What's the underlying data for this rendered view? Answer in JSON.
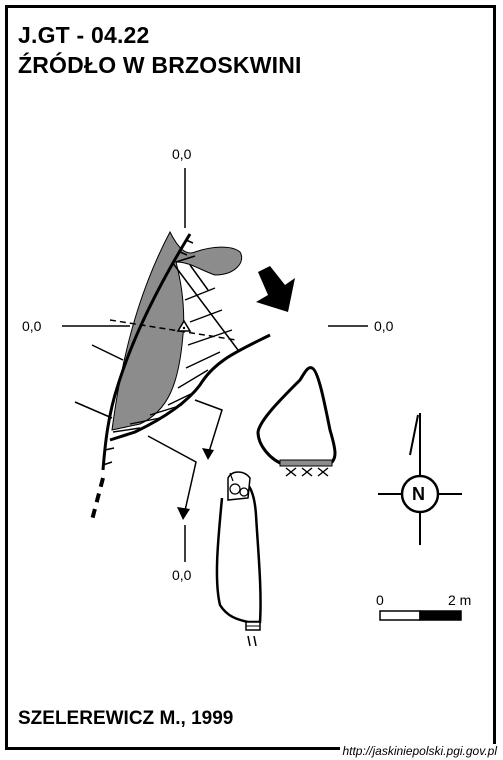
{
  "header": {
    "code": "J.GT - 04.22",
    "name": "ŹRÓDŁO W BRZOSKWINI"
  },
  "map": {
    "axis_labels": {
      "top": "0,0",
      "left": "0,0",
      "right": "0,0",
      "bottom": "0,0"
    },
    "north_label": "N",
    "scale": {
      "start": "0",
      "end": "2 m"
    },
    "colors": {
      "ink": "#000000",
      "water_fill": "#8c8c8c",
      "paper": "#ffffff"
    }
  },
  "footer": {
    "author": "SZELEREWICZ M., 1999",
    "url": "http://jaskiniepolski.pgi.gov.pl"
  }
}
